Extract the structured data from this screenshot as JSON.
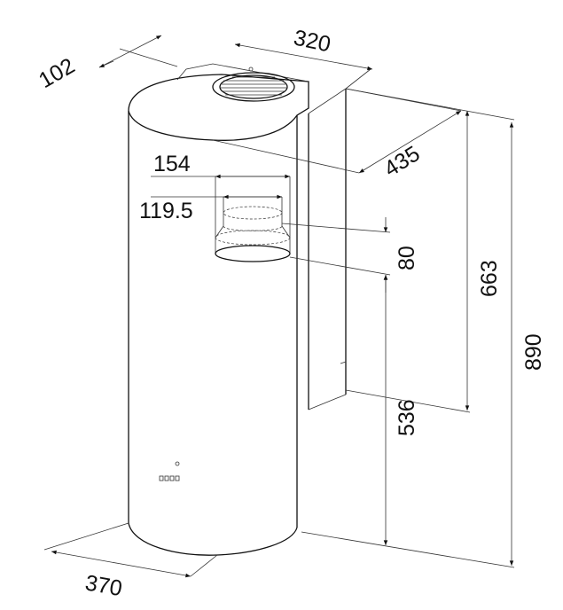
{
  "title": "Cylindrical cooker hood dimension drawing",
  "dimensions": {
    "top_depth": "102",
    "outlet_width": "320",
    "side_depth": "435",
    "duct_outer": "154",
    "duct_inner": "119.5",
    "duct_height": "80",
    "panel_height": "663",
    "total_height": "890",
    "lower_height": "536",
    "diameter": "370"
  },
  "control_panel": {
    "buttons": 4
  }
}
